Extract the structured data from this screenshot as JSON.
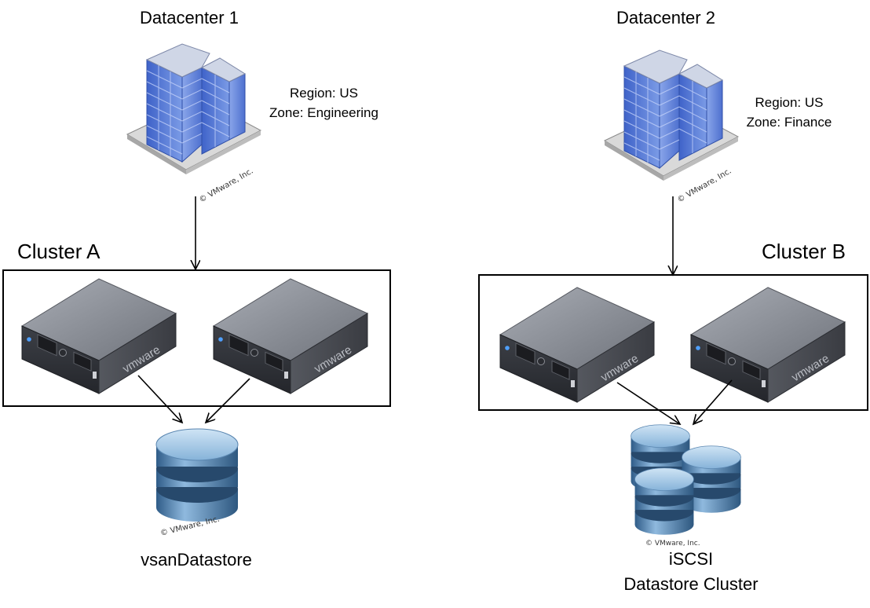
{
  "datacenters": [
    {
      "title": "Datacenter 1",
      "region": "Region: US",
      "zone": "Zone: Engineering",
      "copyright": "© VMware, Inc."
    },
    {
      "title": "Datacenter 2",
      "region": "Region: US",
      "zone": "Zone: Finance",
      "copyright": "© VMware, Inc."
    }
  ],
  "clusters": [
    {
      "label": "Cluster A",
      "server_brand": "vmware"
    },
    {
      "label": "Cluster B",
      "server_brand": "vmware"
    }
  ],
  "storage": [
    {
      "label": "vsanDatastore",
      "copyright": "© VMware, Inc."
    },
    {
      "label_line1": "iSCSI",
      "label_line2": "Datastore Cluster",
      "copyright": "© VMware, Inc."
    }
  ],
  "colors": {
    "building_glass": "#5b7fd6",
    "building_frame": "#c9d2ee",
    "server_body": "#6b6f78",
    "server_top": "#8d919a",
    "disk_blue": "#6a98c4",
    "line": "#000000"
  }
}
